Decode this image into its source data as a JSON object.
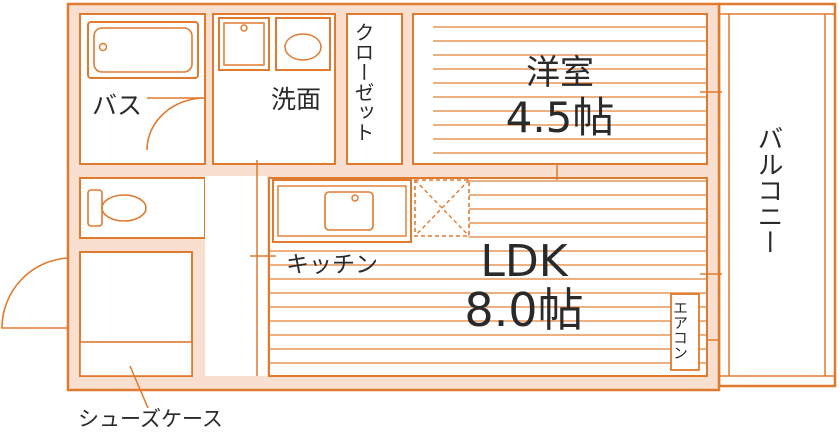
{
  "rooms": {
    "bath": "バス",
    "washroom": "洗面",
    "closet": "クローゼット",
    "western_room": {
      "name": "洋室",
      "size": "4.5帖"
    },
    "ldk": {
      "name": "LDK",
      "size": "8.0帖"
    },
    "kitchen": "キッチン",
    "balcony": "バルコニー",
    "aircon": "エアコン",
    "shoe_case": "シューズケース"
  },
  "colors": {
    "wall_fill": "#f9dfcf",
    "line": "#e07a2e",
    "text": "#2a2a2a",
    "background": "#ffffff"
  }
}
